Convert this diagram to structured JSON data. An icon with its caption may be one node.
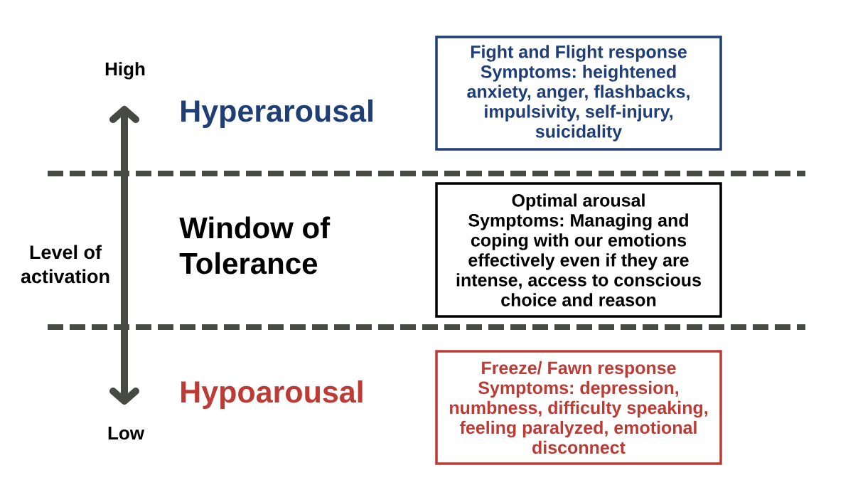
{
  "diagram": {
    "nodes": [
      {
        "text": [
          "Fight and Flight response",
          "Symptoms: heightened anxiety, anger, flashbacks, impulsivity, self-injury, suicidality"
        ]
      },
      {
        "text": [
          "Optimal arousal",
          "Symptoms: Managing and coping with our emotions effectively even if they are intense, access to conscious choice and reason"
        ]
      },
      {
        "text": [
          "Freeze/ Fawn response",
          "Symptoms: depression, numbness, difficulty speaking, feeling paralyzed, emotional disconnect"
        ]
      }
    ],
    "labels": [
      "High",
      "Hyperarousal",
      "Window of Tolerance",
      "Level of activation",
      "Hypoarousal",
      "Low"
    ]
  }
}
